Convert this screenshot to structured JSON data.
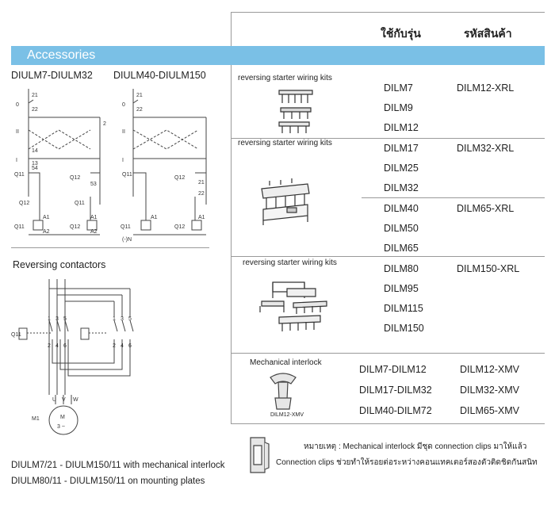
{
  "header": {
    "col_models": "ใช้กับรุ่น",
    "col_code": "รหัสสินค้า"
  },
  "section_title": "Accessories",
  "left": {
    "diagram_title_1": "DIULM7-DIULM32",
    "diagram_title_2": "DIULM40-DIULM150",
    "reversing_title": "Reversing contactors",
    "caption_1": "DIULM7/21 - DIULM150/11 with mechanical interlock",
    "caption_2": "DIULM80/11 - DIULM150/11 on mounting plates",
    "labels": {
      "zero": "0",
      "roman_one": "I",
      "roman_two": "II",
      "q11": "Q11",
      "q12": "Q12",
      "a1": "A1",
      "a2": "A2",
      "n": "(-)N",
      "m1": "M1",
      "m": "M",
      "three_phase": "3 ~",
      "u": "U",
      "v": "V",
      "w": "W",
      "n21": "21",
      "n22": "22",
      "n2": "2",
      "n13": "13",
      "n14": "14",
      "n53": "53",
      "n54": "54",
      "n1": "1",
      "n3": "3",
      "n4": "4",
      "n5": "5",
      "n6": "6"
    }
  },
  "groups": [
    {
      "label": "reversing starter wiring kits",
      "models": [
        "DILM7",
        "DILM9",
        "DILM12"
      ],
      "code": "DILM12-XRL"
    },
    {
      "label": "reversing starter wiring kits",
      "models": [
        "DILM17",
        "DILM25",
        "DILM32"
      ],
      "code": "DILM32-XRL"
    },
    {
      "label": "",
      "models": [
        "DILM40",
        "DILM50",
        "DILM65"
      ],
      "code": "DILM65-XRL"
    },
    {
      "label": "reversing starter wiring kits",
      "models": [
        "DILM80",
        "DILM95",
        "DILM115",
        "DILM150"
      ],
      "code": "DILM150-XRL"
    }
  ],
  "interlock": {
    "label": "Mechanical interlock",
    "image_caption": "DILM12-XMV",
    "rows": [
      {
        "models": "DILM7-DILM12",
        "code": "DILM12-XMV"
      },
      {
        "models": "DILM17-DILM32",
        "code": "DILM32-XMV"
      },
      {
        "models": "DILM40-DILM72",
        "code": "DILM65-XMV"
      }
    ]
  },
  "notes": {
    "note_1": "หมายเหตุ : Mechanical interlock มีชุด connection clips มาให้แล้ว",
    "note_2": "Connection clips ช่วยทำให้รอยต่อระหว่างคอนแทคเตอร์สองตัวติดชิดกันสนิท"
  },
  "colors": {
    "band": "#7ac0e6",
    "rule": "#9a9a9a",
    "text": "#222222"
  }
}
